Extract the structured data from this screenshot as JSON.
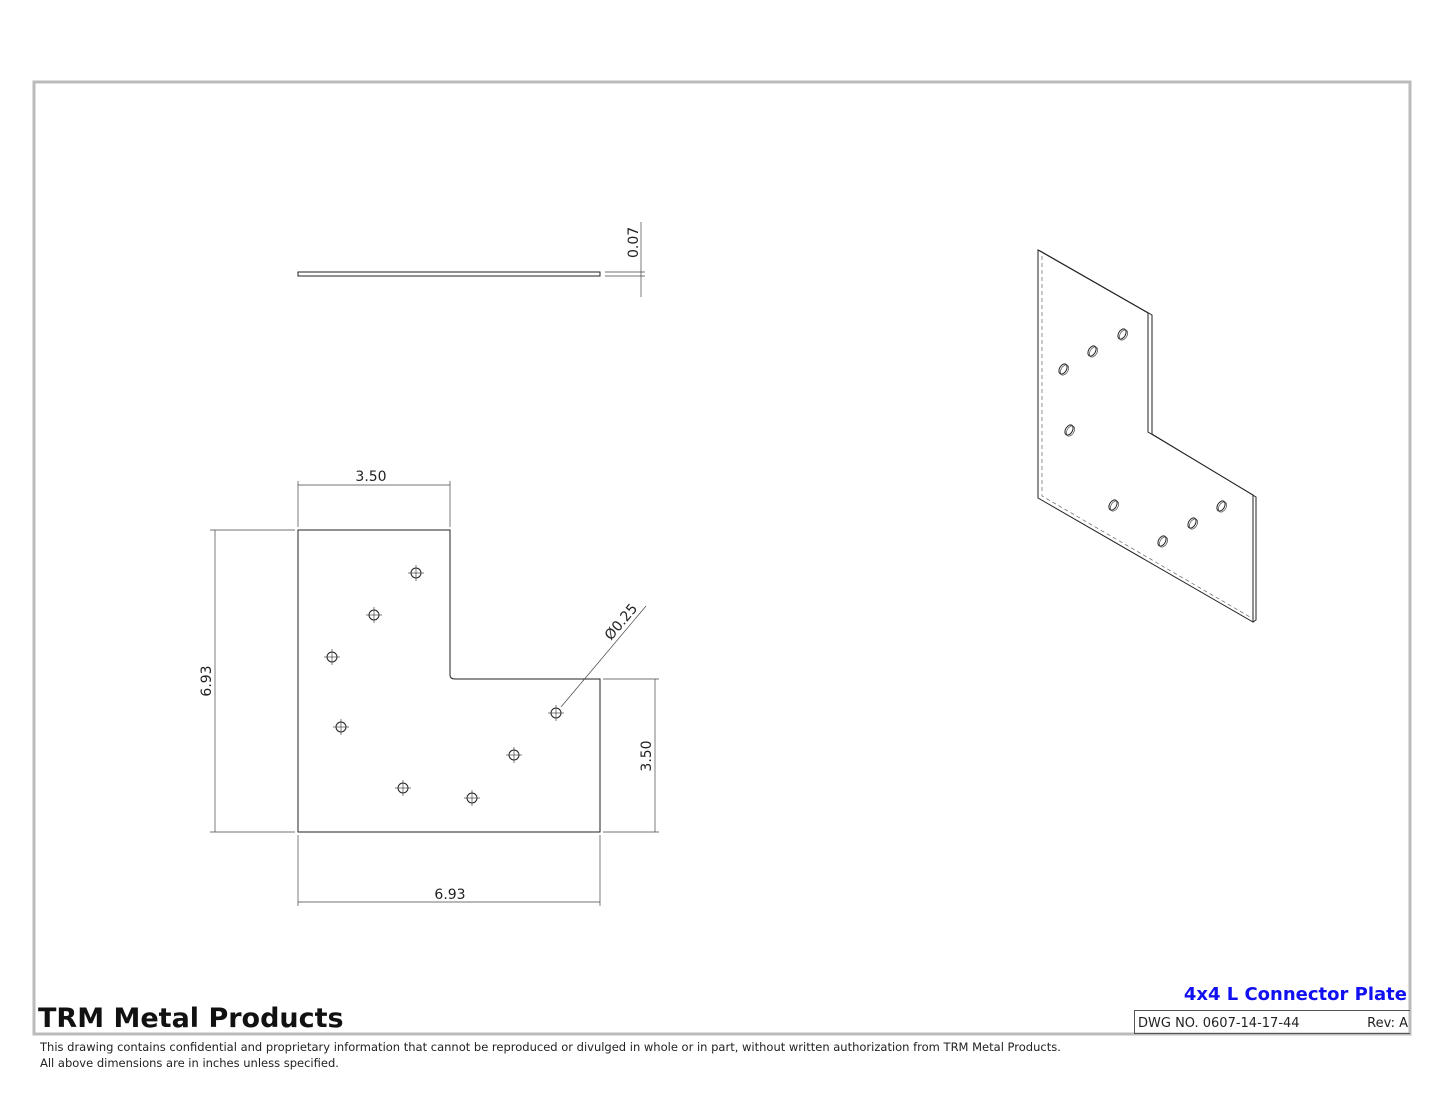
{
  "company": "TRM Metal Products",
  "title": "4x4 L Connector Plate",
  "dwg_no": "DWG NO. 0607-14-17-44",
  "rev": "Rev: A",
  "footer": {
    "line1": "This drawing contains confidential and proprietary information that cannot be reproduced or divulged in whole or in part, without written authorization from TRM Metal Products.",
    "line2": "All above dimensions are in inches unless specified."
  },
  "dimensions": {
    "thickness": "0.07",
    "top_width": "3.50",
    "overall_height": "6.93",
    "right_height": "3.50",
    "overall_width": "6.93",
    "hole_diameter": "Ø0.25"
  }
}
